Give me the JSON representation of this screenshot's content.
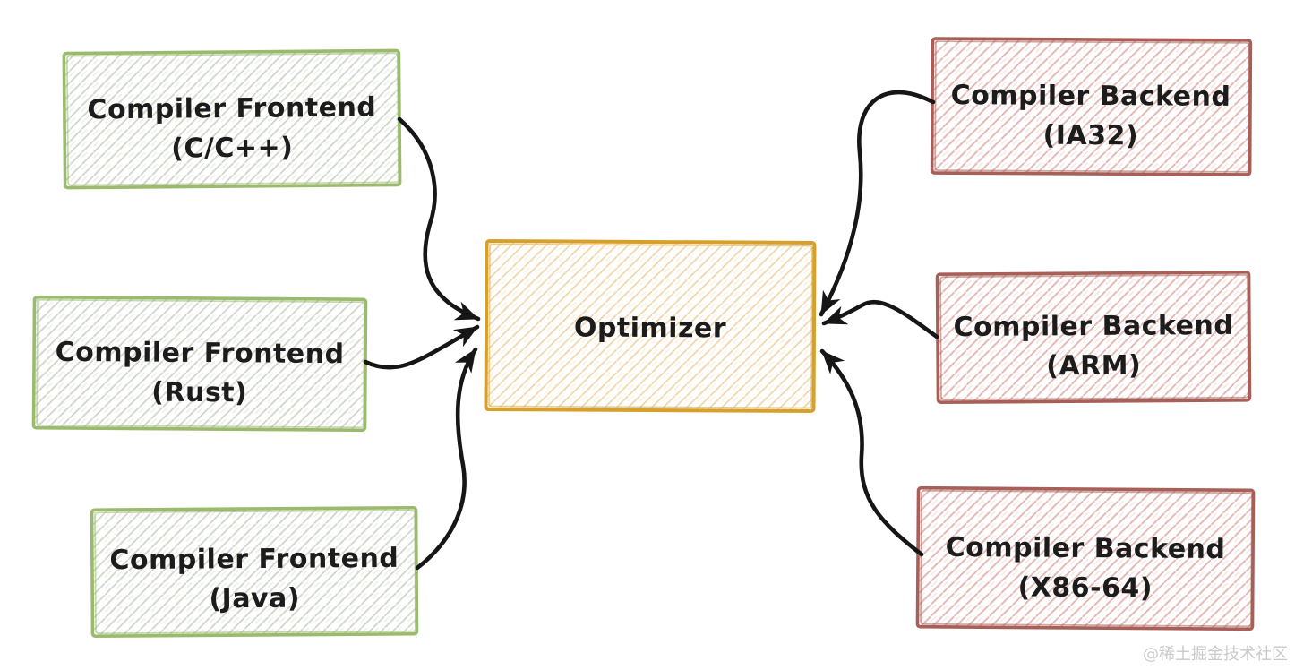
{
  "nodes": {
    "frontend_cpp": {
      "line1": "Compiler Frontend",
      "line2": "(C/C++)"
    },
    "frontend_rust": {
      "line1": "Compiler Frontend",
      "line2": "(Rust)"
    },
    "frontend_java": {
      "line1": "Compiler Frontend",
      "line2": "(Java)"
    },
    "optimizer": {
      "label": "Optimizer"
    },
    "backend_ia32": {
      "line1": "Compiler Backend",
      "line2": "(IA32)"
    },
    "backend_arm": {
      "line1": "Compiler Backend",
      "line2": "(ARM)"
    },
    "backend_x86_64": {
      "line1": "Compiler Backend",
      "line2": "(X86-64)"
    }
  },
  "edges": [
    {
      "from": "frontend_cpp",
      "to": "optimizer"
    },
    {
      "from": "frontend_rust",
      "to": "optimizer"
    },
    {
      "from": "frontend_java",
      "to": "optimizer"
    },
    {
      "from": "backend_ia32",
      "to": "optimizer"
    },
    {
      "from": "backend_arm",
      "to": "optimizer"
    },
    {
      "from": "backend_x86_64",
      "to": "optimizer"
    }
  ],
  "colors": {
    "frontend_stroke": "#9aba6e",
    "frontend_hatch": "#c2ccb8",
    "frontend_hatch2": "#d9ded5",
    "optimizer_stroke": "#d6a02b",
    "optimizer_hatch": "#eecf9b",
    "optimizer_hatch2": "#f6e3c2",
    "backend_stroke": "#a85f58",
    "backend_hatch": "#e0a9a3",
    "backend_hatch2": "#eccfcb",
    "arrow": "#161616",
    "text": "#1c1c1c",
    "watermark": "#c9c9c9"
  },
  "watermark": "@稀土掘金技术社区"
}
